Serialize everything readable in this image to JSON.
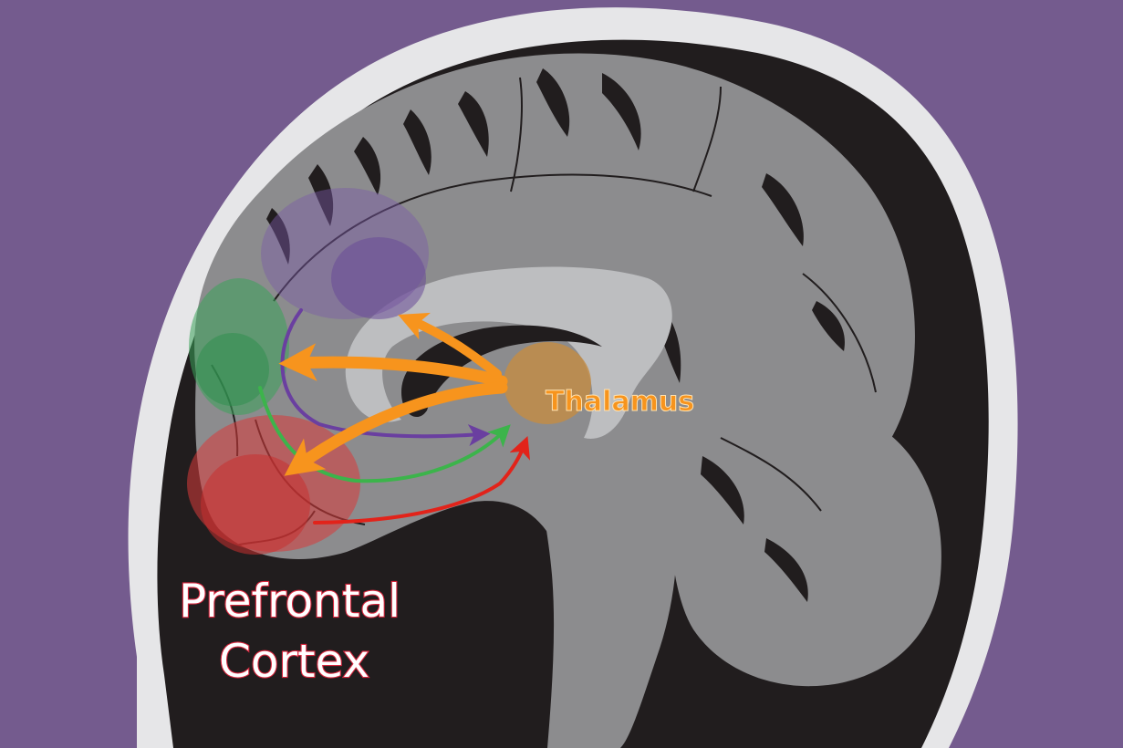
{
  "labels": {
    "prefrontal_line1": "Prefrontal",
    "prefrontal_line2": "Cortex",
    "thalamus": "Thalamus"
  },
  "colors": {
    "background": "#745b8e",
    "skull": "#e6e6e8",
    "head_interior": "#211d1e",
    "brain": "#8c8c8e",
    "white_matter": "#bdbec0",
    "thalamus_arrows": "#f7941d",
    "purple_pathway": "#6a3fa0",
    "green_pathway": "#3cb44b",
    "red_pathway": "#e2231a"
  }
}
